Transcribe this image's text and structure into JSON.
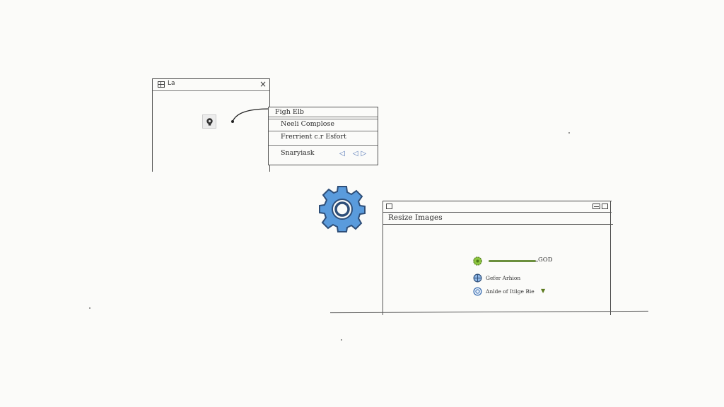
{
  "left_window": {
    "title": "La",
    "close_label": "×"
  },
  "context_menu": {
    "header": "Figh Elb",
    "items": [
      {
        "label": "Neeli Complose"
      },
      {
        "label": "Frerrient c.r Esfort"
      },
      {
        "label": "Snaryiask"
      }
    ],
    "arrows": "◁ ◁▷"
  },
  "resize_window": {
    "title": "Resize Images",
    "quality": {
      "value_label": "GOD",
      "level": 0.95
    },
    "option_1": {
      "label": "Gefer Arhion"
    },
    "option_2": {
      "label": "Anlde of Itilge Bie"
    },
    "dropdown_arrow": "▼"
  },
  "colors": {
    "gear_fill": "#5a9bdc",
    "gear_stroke": "#2e4e78",
    "slider_green": "#6b8f3d",
    "icon_green": "#8dc63f",
    "icon_blue": "#3d6fb0"
  },
  "icons": {
    "left_window_app": "window-icon",
    "bulb": "lightbulb-icon",
    "gear": "gear-icon",
    "quality": "green-gear-icon",
    "option_1": "globe-icon",
    "option_2": "blue-badge-icon"
  }
}
